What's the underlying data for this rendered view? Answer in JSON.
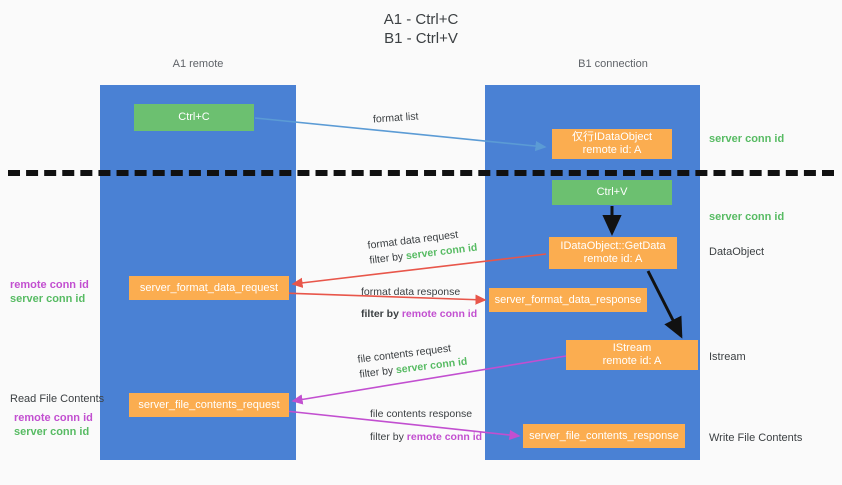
{
  "title": "A1 - Ctrl+C\nB1 - Ctrl+V",
  "columns": {
    "a1": {
      "name": "A1",
      "sub": "remote",
      "label": "A1\nremote"
    },
    "b1": {
      "name": "B1",
      "sub": "connection",
      "label": "B1\nconnection"
    }
  },
  "boxes": {
    "ctrl_c": "Ctrl+C",
    "ctrl_v": "Ctrl+V",
    "idataobject": "仅行IDataObject\nremote id: A",
    "getdata": "IDataObject::GetData\nremote id: A",
    "istream": "IStream\nremote id: A",
    "server_format_data_request": "server_format_data_request",
    "server_format_data_response": "server_format_data_response",
    "server_file_contents_request": "server_file_contents_request",
    "server_file_contents_response": "server_file_contents_response"
  },
  "notes": {
    "format_list": "format list",
    "format_data_request": "format data request",
    "format_data_request_filter_prefix": "filter by ",
    "format_data_request_filter_value": "server conn id",
    "format_data_response": "format data response",
    "format_data_response_filter_prefix": "filter by ",
    "format_data_response_filter_value": "remote conn id",
    "file_contents_request": "file contents request",
    "file_contents_request_filter_prefix": "filter by ",
    "file_contents_request_filter_value": "server conn id",
    "file_contents_response": "file contents response",
    "file_contents_response_filter_prefix": "filter by ",
    "file_contents_response_filter_value": "remote conn id"
  },
  "side_labels": {
    "server_conn_id_top": "server conn id",
    "server_conn_id_mid": "server conn id",
    "dataobject": "DataObject",
    "istream": "Istream",
    "write_file_contents": "Write File Contents",
    "read_file_contents": "Read File Contents",
    "remote_conn_id_mid": "remote conn id",
    "server_conn_id_left_mid": "server conn id",
    "remote_conn_id_bot": "remote conn id",
    "server_conn_id_left_bot": "server conn id"
  },
  "colors": {
    "lane": "#4a81d4",
    "green_box": "#6cc070",
    "orange_box": "#fbad50",
    "green_text": "#57bb63",
    "magenta_text": "#c24fd0",
    "blue_arrow": "#5b9bd5",
    "red_arrow": "#e8564a",
    "black_arrow": "#111111",
    "magenta_arrow": "#c24fd0",
    "background": "#fafafa"
  }
}
